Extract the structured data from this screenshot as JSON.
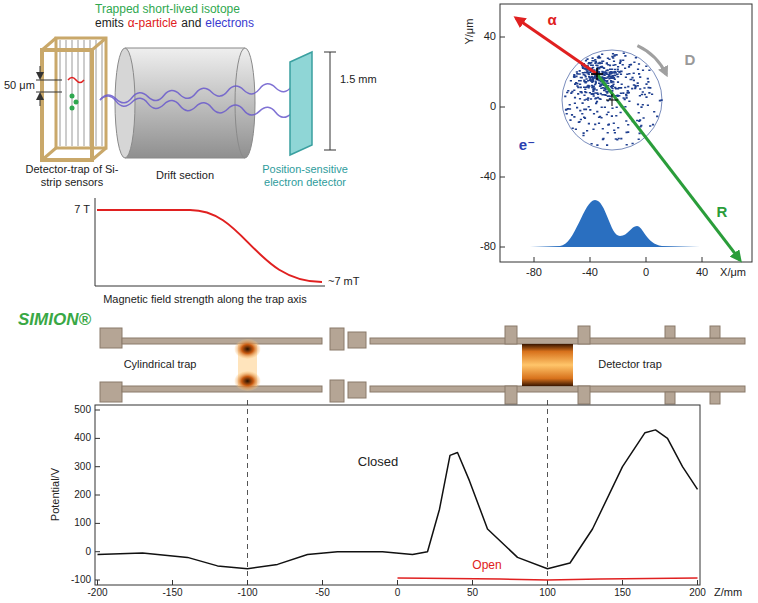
{
  "diagram": {
    "labels": [
      "Trapped short-lived isotope",
      "emits",
      "α-particle",
      "and",
      "electrons",
      "50 μm",
      "Detector-trap of Si-strip sensors",
      "Drift section",
      "Position-sensitive electron detector",
      "1.5 mm",
      "7 T",
      "~7 mT",
      "Magnetic field strength along the trap axis",
      "Y/μm",
      "40",
      "0",
      "-40",
      "-80",
      "-80",
      "-40",
      "0",
      "40",
      "X/μm",
      "α",
      "D",
      "e⁻",
      "R",
      "SIMION®",
      "Cylindrical trap",
      "Detector trap",
      "Potential/V",
      "500",
      "400",
      "300",
      "200",
      "100",
      "0",
      "-100",
      "-200",
      "-150",
      "-100",
      "-50",
      "0",
      "50",
      "100",
      "150",
      "200",
      "Z/mm",
      "Closed",
      "Open"
    ]
  }
}
